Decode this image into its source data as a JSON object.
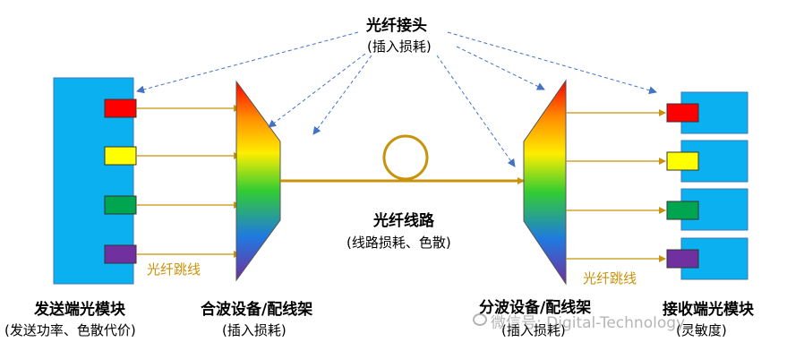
{
  "connector": {
    "title": "光纤接头",
    "subtitle": "(插入损耗)"
  },
  "line": {
    "title": "光纤线路",
    "subtitle": "(线路损耗、色散)"
  },
  "jumper_left": "光纤跳线",
  "jumper_right": "光纤跳线",
  "tx": {
    "title": "发送端光模块",
    "subtitle": "(发送功率、色散代价)"
  },
  "mux": {
    "title": "合波设备/配线架",
    "subtitle": "(插入损耗)"
  },
  "demux": {
    "title": "分波设备/配线架",
    "subtitle": "(插入损耗)"
  },
  "rx": {
    "title": "接收端光模块",
    "subtitle": "(灵敏度)"
  },
  "watermark": "微信号: Digital-Technology",
  "colors": {
    "module_blue": "#0ab0f0",
    "fiber_gold": "#c8920a",
    "arrow_dash": "#4472c4",
    "channels": [
      "#ff0000",
      "#ffff00",
      "#00a550",
      "#7030a0"
    ]
  }
}
